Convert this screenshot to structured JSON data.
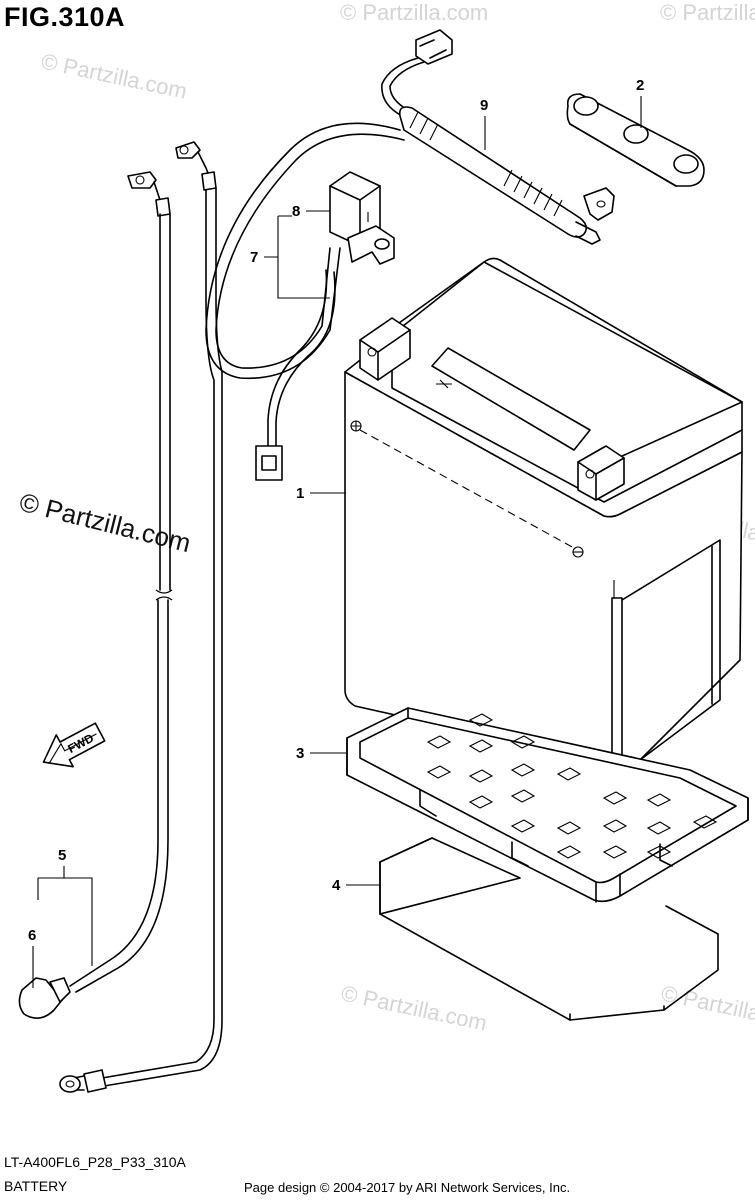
{
  "figure": {
    "title": "FIG.310A"
  },
  "footer": {
    "model_code": "LT-A400FL6_P28_P33_310A",
    "section_name": "BATTERY",
    "credit": "Page design © 2004-2017 by ARI Network Services, Inc."
  },
  "watermark": {
    "text": "© Partzilla.com"
  },
  "fwd_label": "FWD",
  "callouts": [
    "1",
    "2",
    "3",
    "4",
    "5",
    "6",
    "7",
    "8",
    "9"
  ]
}
